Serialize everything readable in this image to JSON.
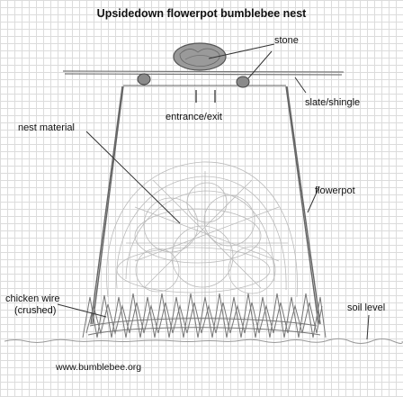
{
  "title": "Upsidedown flowerpot bumblebee nest",
  "labels": {
    "stone": "stone",
    "slate": "slate/shingle",
    "entrance": "entrance/exit",
    "nest_material": "nest material",
    "flowerpot": "flowerpot",
    "chicken_wire_line1": "chicken wire",
    "chicken_wire_line2": "(crushed)",
    "soil_level": "soil level"
  },
  "footer": "www.bumblebee.org"
}
